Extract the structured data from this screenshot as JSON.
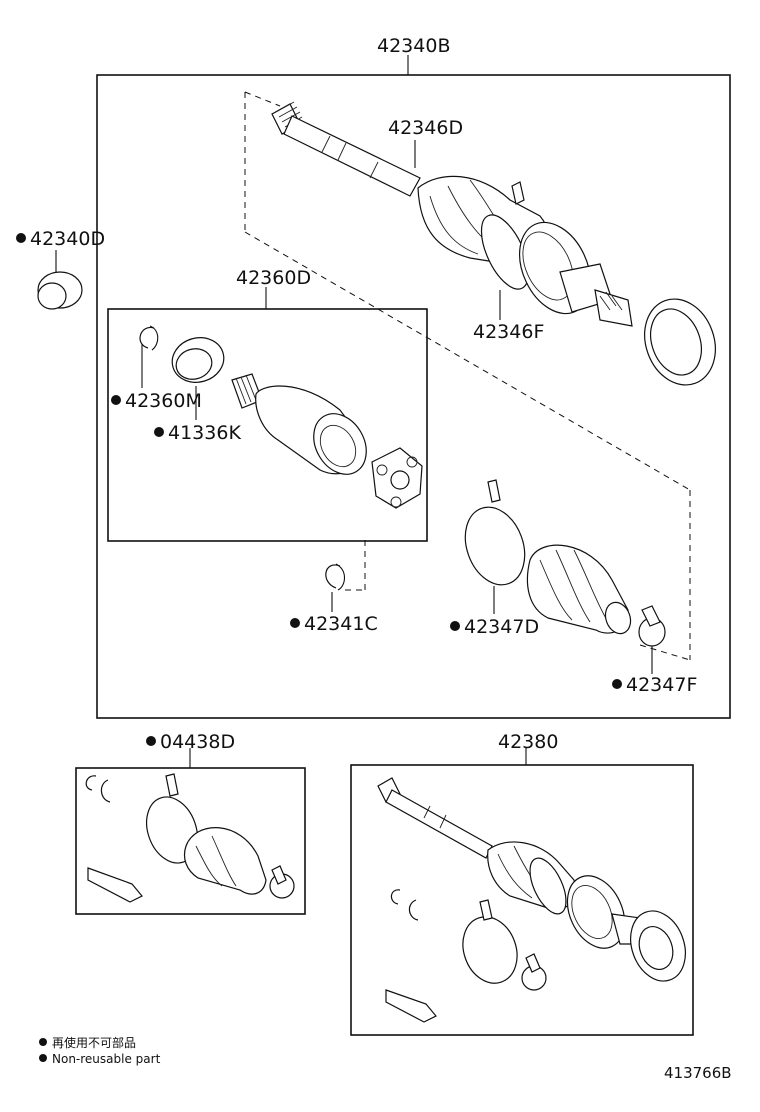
{
  "callouts": {
    "c42340B": "42340B",
    "c42346D": "42346D",
    "c42340D": "42340D",
    "c42360D": "42360D",
    "c42346F": "42346F",
    "c42360M": "42360M",
    "c41336K": "41336K",
    "c42341C": "42341C",
    "c42347D": "42347D",
    "c42347F": "42347F",
    "c04438D": "04438D",
    "c42380": "42380"
  },
  "legend": {
    "line1": "再使用不可部品",
    "line2": "Non-reusable part"
  },
  "diagram_id": "413766B",
  "non_reusable_marker": "●"
}
